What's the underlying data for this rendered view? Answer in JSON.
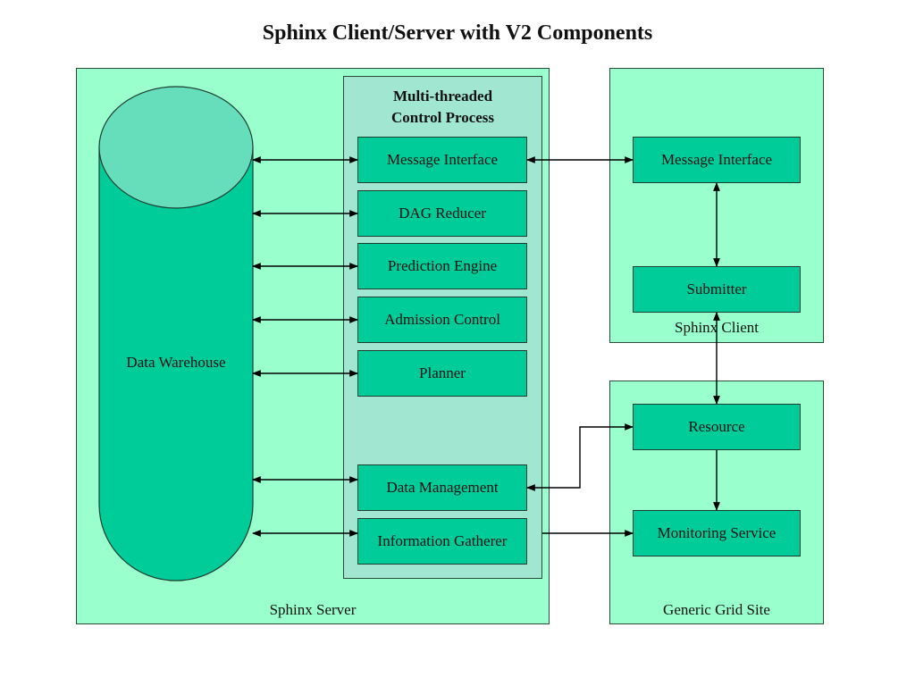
{
  "title": "Sphinx Client/Server with V2 Components",
  "server": {
    "label": "Sphinx Server",
    "data_warehouse": "Data Warehouse",
    "control_process": {
      "title_line1": "Multi-threaded",
      "title_line2": "Control Process",
      "components": [
        "Message Interface",
        "DAG Reducer",
        "Prediction Engine",
        "Admission Control",
        "Planner",
        "Data Management",
        "Information Gatherer"
      ]
    }
  },
  "client": {
    "label": "Sphinx Client",
    "components": [
      "Message Interface",
      "Submitter"
    ]
  },
  "grid_site": {
    "label": "Generic Grid Site",
    "components": [
      "Resource",
      "Monitoring Service"
    ]
  },
  "colors": {
    "panel": "#99ffcc",
    "control_process": "#a0e6d0",
    "component": "#00cc99",
    "db_top": "#66ddbb"
  }
}
